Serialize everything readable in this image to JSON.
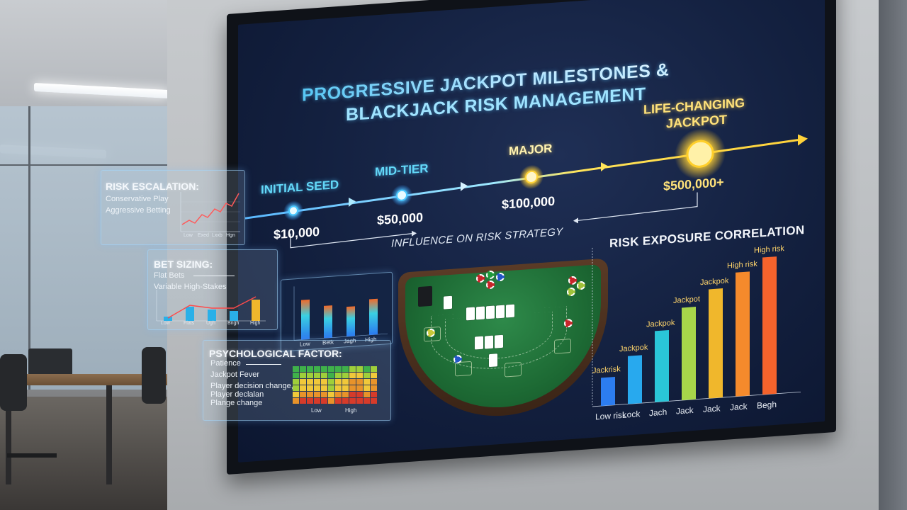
{
  "title": {
    "line1": "PROGRESSIVE JACKPOT MILESTONES &",
    "line2": "BLACKJACK RISK MANAGEMENT"
  },
  "milestones": [
    {
      "label": "INITIAL SEED",
      "value": "$10,000"
    },
    {
      "label": "MID-TIER",
      "value": "$50,000"
    },
    {
      "label": "MAJOR",
      "value": "$100,000"
    },
    {
      "label_line1": "LIFE-CHANGING",
      "label_line2": "JACKPOT",
      "value": "$500,000+"
    }
  ],
  "influence_label": "INFLUENCE ON RISK STRATEGY",
  "risk_escalation": {
    "title": "RISK ESCALATION:",
    "lines": [
      "Conservative Play",
      "Aggressive Betting"
    ],
    "axis_labels": [
      "Low",
      "Exed",
      "Lxxb",
      "Hgn"
    ]
  },
  "bet_sizing": {
    "title": "BET SIZING:",
    "lines": [
      "Flat Bets",
      "Variable High-Stakes"
    ],
    "axis_labels": [
      "Low",
      "Flats",
      "Ugh",
      "Bngh",
      "High"
    ],
    "bars": [
      0.15,
      0.5,
      0.4,
      0.35,
      0.75
    ],
    "line": [
      0.1,
      0.55,
      0.45,
      0.45,
      0.85
    ]
  },
  "mini_bar_chart": {
    "axis_labels": [
      "Low",
      "Betk",
      "Jagh",
      "High"
    ],
    "values": [
      0.8,
      0.65,
      0.6,
      0.72
    ]
  },
  "psychological_factor": {
    "title": "PSYCHOLOGICAL FACTOR:",
    "lines": [
      "Patience",
      "Jackpot Fever",
      "Player decision change,",
      "Player declalan",
      "Plange change"
    ],
    "axis_labels": [
      "Low",
      "High"
    ]
  },
  "chart_data": {
    "type": "bar",
    "title": "RISK EXPOSURE CORRELATION",
    "categories": [
      "Low risk",
      "Lock",
      "Jach",
      "Jack",
      "Jack",
      "Jack",
      "Begh"
    ],
    "bar_labels": [
      "Jackrisk",
      "Jackpok",
      "Jackpok",
      "Jackpot",
      "Jackpok",
      "High risk",
      "High risk"
    ],
    "values": [
      1.7,
      2.9,
      4.3,
      5.6,
      6.6,
      7.5,
      8.3
    ],
    "ylim": [
      0,
      9
    ],
    "grid": false,
    "colors": [
      "#2c7df0",
      "#28a9ee",
      "#2ac6d8",
      "#a7d64a",
      "#f0b72c",
      "#f58a2c",
      "#f5632c"
    ]
  }
}
